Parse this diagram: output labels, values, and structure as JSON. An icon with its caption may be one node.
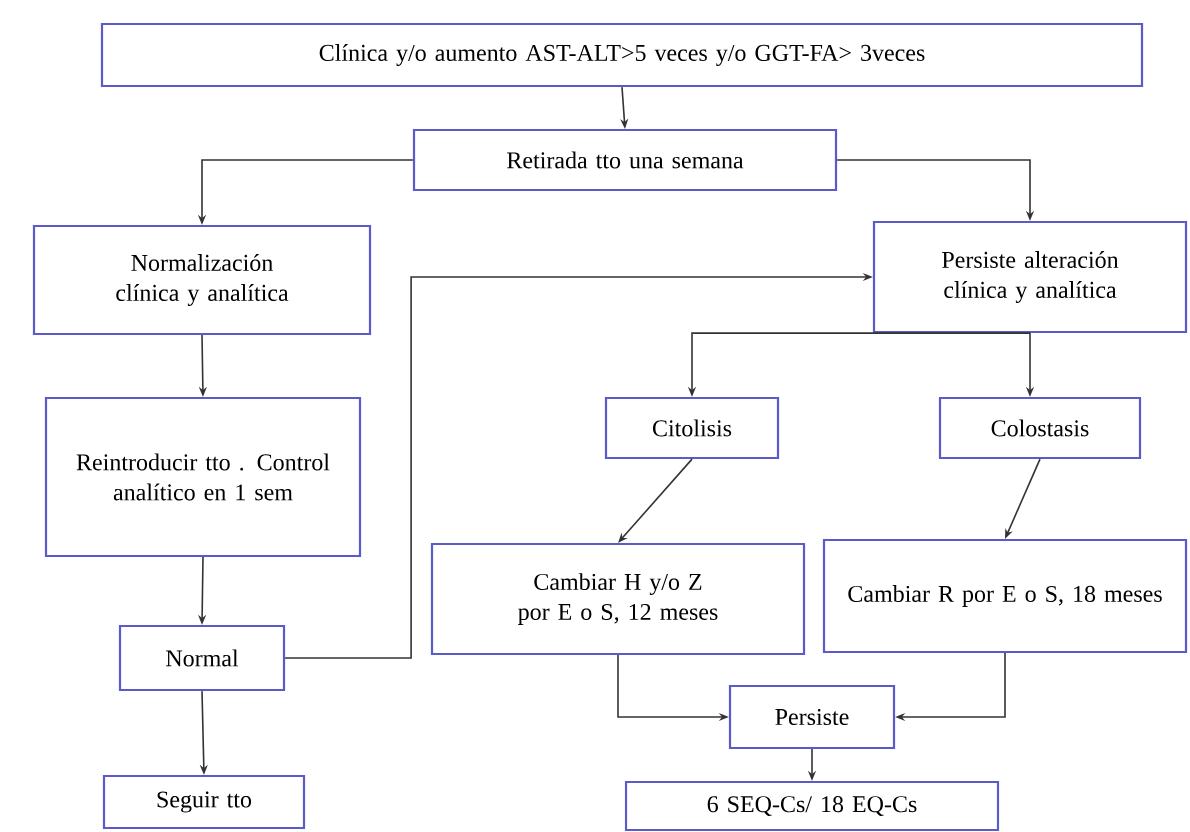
{
  "diagram": {
    "nodes": [
      {
        "text": [
          "Clínica y/o aumento AST-ALT>5 veces y/o GGT-FA> 3veces"
        ]
      },
      {
        "text": [
          "Retirada tto una semana"
        ]
      },
      {
        "text": [
          "Normalización clínica y analítica"
        ]
      },
      {
        "text": [
          "Persiste alteración clínica y analítica"
        ]
      },
      {
        "text": [
          "Reintroducir tto . Control analítico en 1 sem"
        ]
      },
      {
        "text": [
          "Citolisis"
        ]
      },
      {
        "text": [
          "Colostasis"
        ]
      },
      {
        "text": [
          "Normal"
        ]
      },
      {
        "text": [
          "Cambiar H y/o Z por E o S, 12 meses"
        ]
      },
      {
        "text": [
          "Cambiar R por E o S, 18 meses"
        ]
      },
      {
        "text": [
          "Persiste"
        ]
      },
      {
        "text": [
          "Seguir tto"
        ]
      },
      {
        "text": [
          "6 SEQ-Cs/ 18 EQ-Cs"
        ]
      }
    ],
    "edges": [
      {
        "from": 0,
        "to": 1,
        "arrow": "to"
      },
      {
        "from": 1,
        "to": 2,
        "arrow": "to"
      },
      {
        "from": 1,
        "to": 3,
        "arrow": "to"
      },
      {
        "from": 2,
        "to": 4,
        "arrow": "to"
      },
      {
        "from": 4,
        "to": 7,
        "arrow": "to"
      },
      {
        "from": 7,
        "to": 3,
        "arrow": "to"
      },
      {
        "from": 3,
        "to": 5,
        "arrow": "to"
      },
      {
        "from": 3,
        "to": 6,
        "arrow": "to"
      },
      {
        "from": 5,
        "to": 8,
        "arrow": "to"
      },
      {
        "from": 6,
        "to": 9,
        "arrow": "to"
      },
      {
        "from": 8,
        "to": 10,
        "arrow": "to"
      },
      {
        "from": 9,
        "to": 10,
        "arrow": "to"
      },
      {
        "from": 10,
        "to": 12,
        "arrow": "to"
      },
      {
        "from": 7,
        "to": 11,
        "arrow": "to"
      }
    ]
  }
}
